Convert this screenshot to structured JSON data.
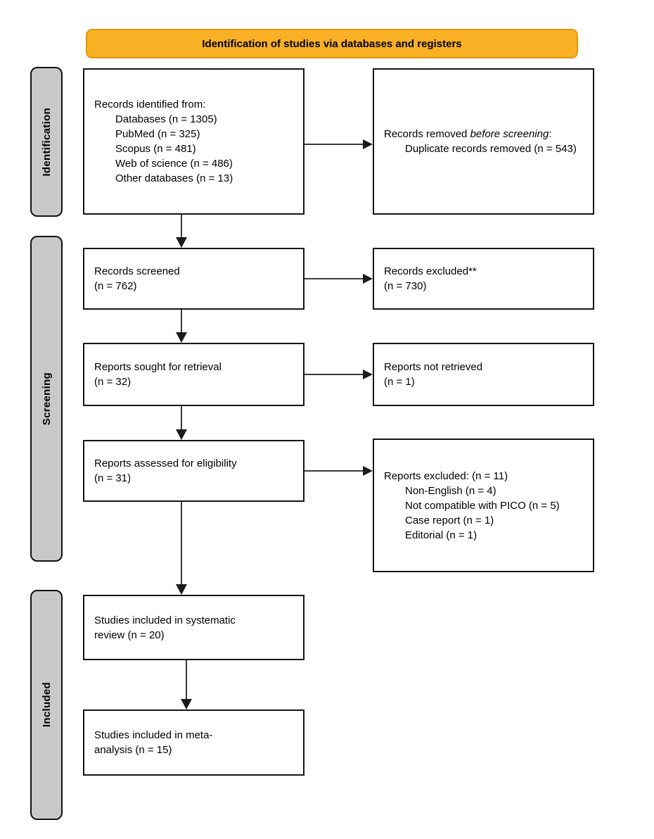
{
  "banner": {
    "title": "Identification of studies via databases and registers"
  },
  "stage_labels": {
    "identification": "Identification",
    "screening": "Screening",
    "included": "Included"
  },
  "boxes": {
    "identified": {
      "head": "Records identified from:",
      "items": [
        "Databases (n = 1305)",
        "PubMed (n = 325)",
        "Scopus (n = 481)",
        "Web of science (n = 486)",
        "Other databases (n = 13)"
      ]
    },
    "removed": {
      "head_prefix": "Records removed ",
      "head_italic": "before screening",
      "head_suffix": ":",
      "items": [
        "Duplicate records removed (n = 543)"
      ]
    },
    "screened": {
      "lines": [
        "Records screened",
        "(n = 762)"
      ]
    },
    "records_excluded": {
      "lines": [
        "Records excluded**",
        "(n = 730)"
      ]
    },
    "sought": {
      "lines": [
        "Reports sought for retrieval",
        "(n = 32)"
      ]
    },
    "not_retrieved": {
      "lines": [
        "Reports not retrieved",
        "(n = 1)"
      ]
    },
    "assessed": {
      "lines": [
        "Reports assessed for eligibility",
        "(n = 31)"
      ]
    },
    "reports_excluded": {
      "head": "Reports excluded: (n = 11)",
      "items": [
        "Non-English (n = 4)",
        "Not compatible with PICO (n = 5)",
        "Case report (n = 1)",
        "Editorial (n = 1)"
      ]
    },
    "included_review": {
      "lines": [
        "Studies included in systematic",
        "review (n = 20)"
      ]
    },
    "included_meta": {
      "lines": [
        "Studies included in meta-",
        "analysis (n = 15)"
      ]
    }
  },
  "colors": {
    "banner_fill": "#F9B024",
    "banner_border": "#DF9705",
    "stage_fill": "#C9C9C9",
    "box_border": "#151515",
    "arrow": "#1B1B1B"
  }
}
